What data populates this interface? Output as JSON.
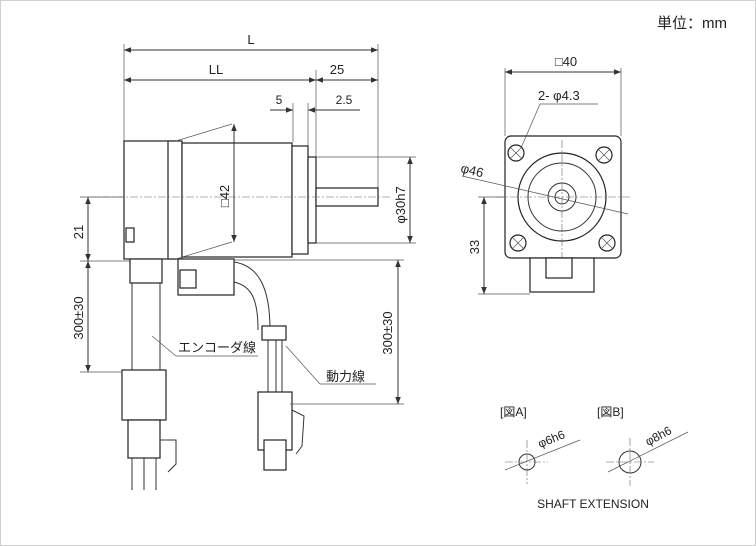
{
  "unit_label": "単位：mm",
  "side_view": {
    "dim_L": "L",
    "dim_LL": "LL",
    "dim_25": "25",
    "dim_5": "5",
    "dim_2_5": "2.5",
    "dim_sq42": "□42",
    "dim_shaft_dia": "φ30h7",
    "dim_21": "21",
    "dim_cable_left": "300±30",
    "dim_cable_right": "300±30",
    "label_encoder_cable": "エンコーダ線",
    "label_power_cable": "動力線"
  },
  "front_view": {
    "dim_sq40": "□40",
    "dim_holes": "2- φ4.3",
    "dim_dia46": "φ46",
    "dim_33": "33"
  },
  "shaft_extension": {
    "title": "SHAFT EXTENSION",
    "fig_a_label": "[図A]",
    "fig_a_dia": "φ6h6",
    "fig_b_label": "[図B]",
    "fig_b_dia": "φ8h6"
  }
}
